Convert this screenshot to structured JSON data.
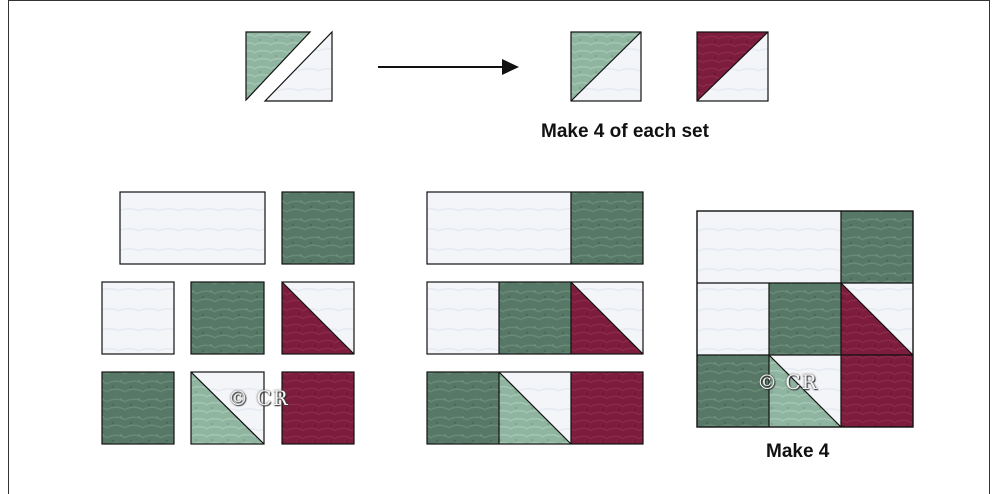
{
  "captions": {
    "top": "Make 4 of each set",
    "bottom": "Make 4"
  },
  "watermark": "© CR",
  "colors": {
    "green": "#577866",
    "green_dark": "#4d6b5c",
    "light_green": "#8fb5a0",
    "maroon": "#7c1d3e",
    "white": "#f3f5f8"
  }
}
